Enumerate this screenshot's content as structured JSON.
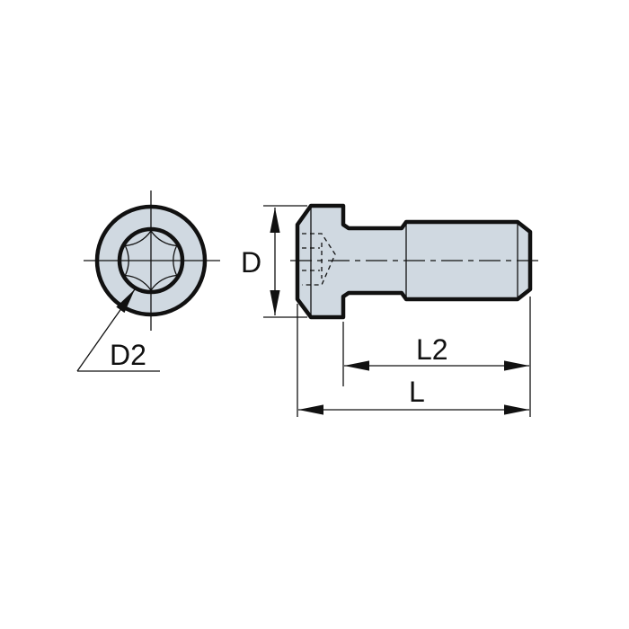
{
  "labels": {
    "d": "D",
    "d2": "D2",
    "l2": "L2",
    "l": "L"
  },
  "colors": {
    "fill": "#d0d9e1",
    "stroke": "#111111"
  }
}
